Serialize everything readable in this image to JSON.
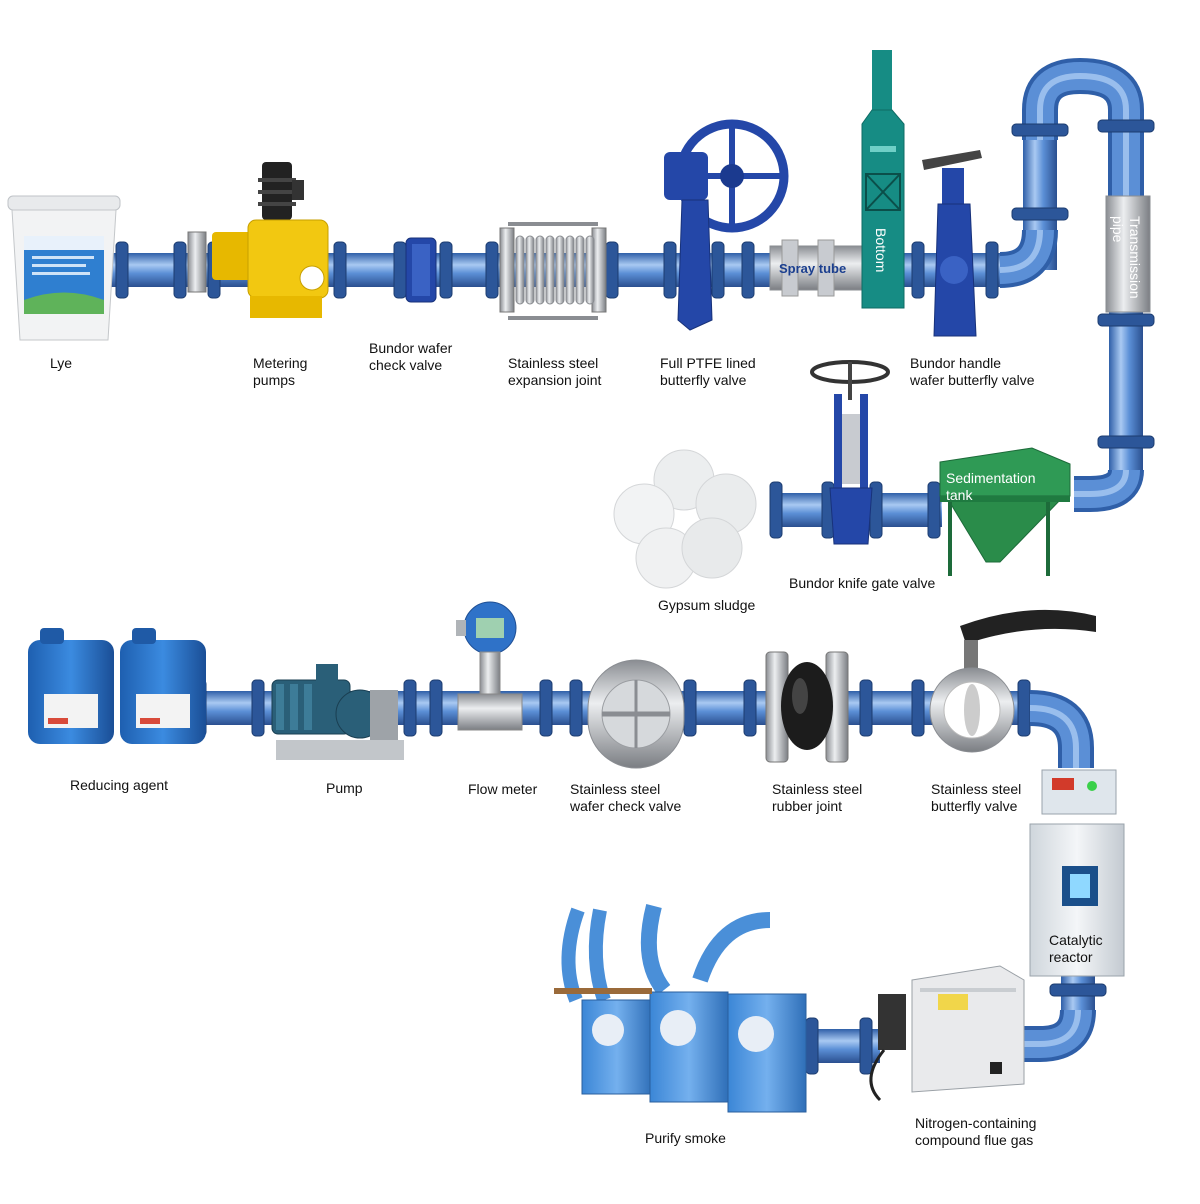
{
  "colors": {
    "pipe": "#5b8fd6",
    "pipe_light": "#a9c9f2",
    "pipe_dark": "#2f5fa8",
    "flange": "#2c5699",
    "valve_blue": "#2447a8",
    "pump_yellow": "#f2c811",
    "teal": "#168c84",
    "tank_green": "#2a8c4a",
    "steel": "#b9bcc2"
  },
  "labels": {
    "lye": "Lye",
    "metering_pumps": "Metering\npumps",
    "wafer_check_valve": "Bundor wafer\ncheck valve",
    "expansion_joint": "Stainless steel\nexpansion joint",
    "ptfe_butterfly": "Full PTFE lined\nbutterfly valve",
    "spray_tube": "Spray tube",
    "bottom": "Bottom",
    "handle_butterfly": "Bundor handle\nwafer butterfly valve",
    "transmission_pipe": "Transmission\npipe",
    "sedimentation_tank": "Sedimentation\ntank",
    "knife_gate": "Bundor knife gate valve",
    "gypsum_sludge": "Gypsum sludge",
    "reducing_agent": "Reducing agent",
    "pump": "Pump",
    "flow_meter": "Flow meter",
    "ss_wafer_check": "Stainless steel\nwafer check valve",
    "ss_rubber_joint": "Stainless steel\nrubber joint",
    "ss_butterfly": "Stainless steel\nbutterfly valve",
    "catalytic_reactor": "Catalytic\nreactor",
    "nitrogen_flue_gas": "Nitrogen-containing\ncompound flue gas",
    "purify_smoke": "Purify smoke"
  }
}
